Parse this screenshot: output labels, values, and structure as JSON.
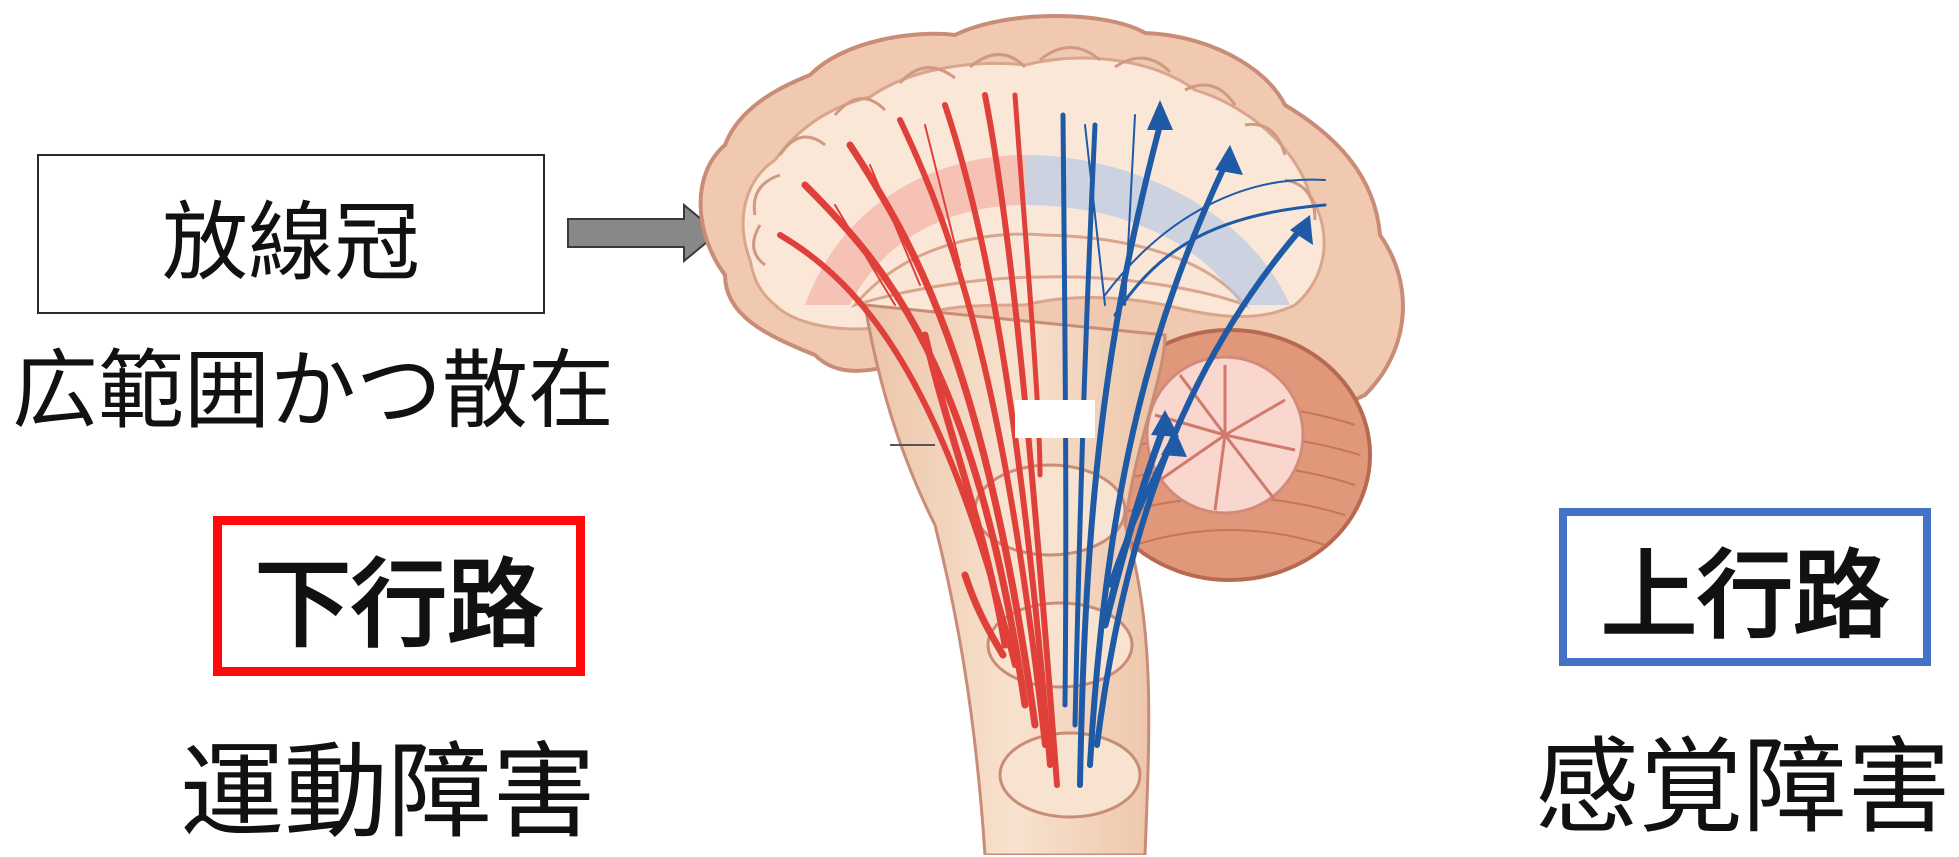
{
  "radiata_box": {
    "label": "放線冠"
  },
  "radiata_note": "広範囲かつ散在",
  "descending_box": {
    "label": "下行路",
    "border_color": "#ff0a0a"
  },
  "descending_note": "運動障害",
  "ascending_box": {
    "label": "上行路",
    "border_color": "#4472c4"
  },
  "ascending_note": "感覚障害",
  "colors": {
    "descending_fibers": "#e0403a",
    "ascending_fibers": "#1f5aa6",
    "brain_tissue": "#f6dcc6",
    "brain_outline": "#c98c76",
    "pointer_arrow": "#888888"
  },
  "icons": {
    "pointer": "right-arrow-icon",
    "illustration": "brain-sagittal-illustration"
  }
}
